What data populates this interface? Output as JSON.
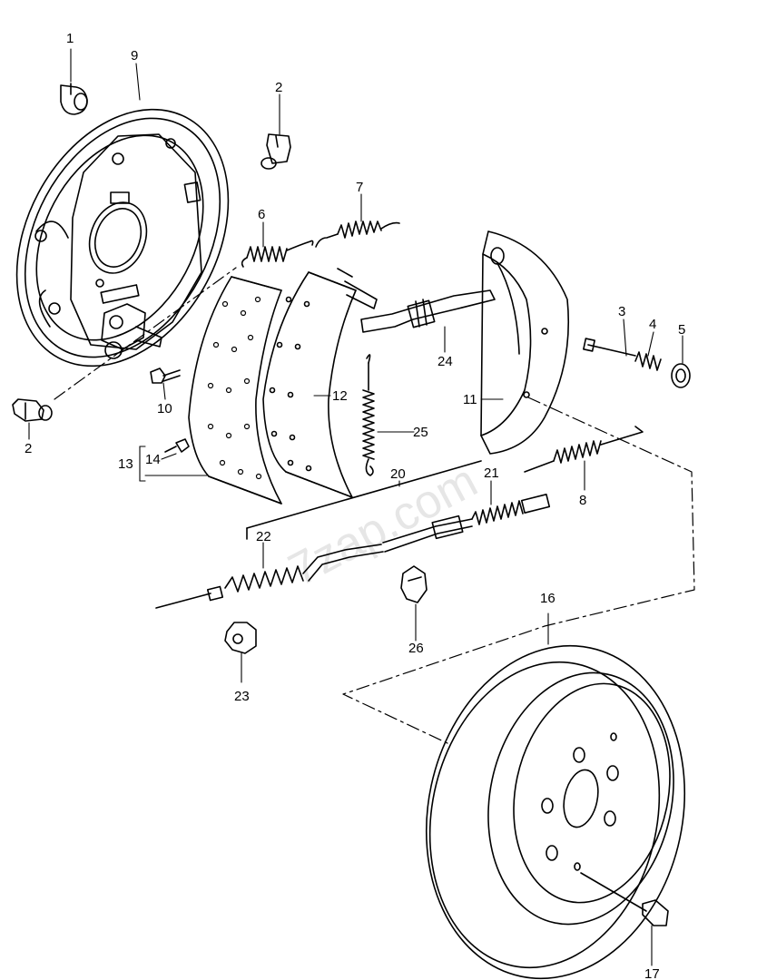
{
  "diagram": {
    "type": "exploded-parts-diagram",
    "subject": "rear drum brake assembly",
    "watermark": "7zap.com",
    "colors": {
      "ink": "#000000",
      "background": "#ffffff",
      "watermark": "#e6e6e6"
    },
    "callouts": {
      "c1": "1",
      "c2a": "2",
      "c2b": "2",
      "c3": "3",
      "c4": "4",
      "c5": "5",
      "c6": "6",
      "c7": "7",
      "c8": "8",
      "c9": "9",
      "c10": "10",
      "c11": "11",
      "c12": "12",
      "c13": "13",
      "c14": "14",
      "c16": "16",
      "c17": "17",
      "c20": "20",
      "c21": "21",
      "c22": "22",
      "c23": "23",
      "c24": "24",
      "c25": "25",
      "c26": "26"
    }
  }
}
